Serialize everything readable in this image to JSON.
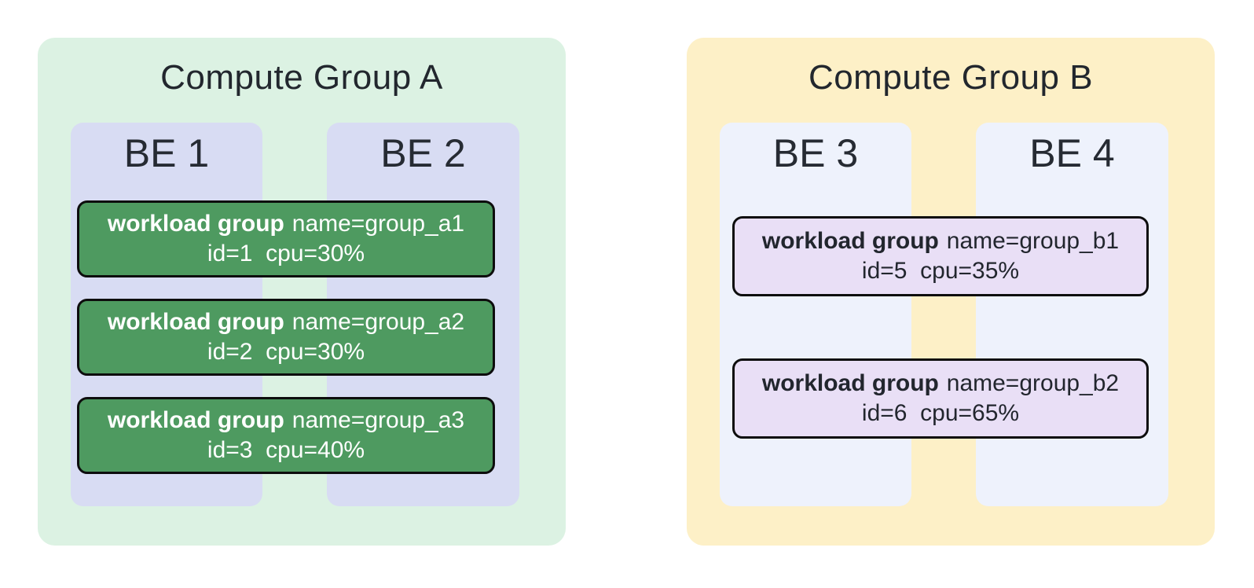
{
  "groups": [
    {
      "title": "Compute Group A",
      "nodes": [
        {
          "label": "BE 1"
        },
        {
          "label": "BE 2"
        }
      ],
      "workloads": [
        {
          "label": "workload group",
          "name": "name=group_a1",
          "details": "id=1  cpu=30%"
        },
        {
          "label": "workload group",
          "name": "name=group_a2",
          "details": "id=2  cpu=30%"
        },
        {
          "label": "workload group",
          "name": "name=group_a3",
          "details": "id=3  cpu=40%"
        }
      ]
    },
    {
      "title": "Compute Group B",
      "nodes": [
        {
          "label": "BE 3"
        },
        {
          "label": "BE 4"
        }
      ],
      "workloads": [
        {
          "label": "workload group",
          "name": "name=group_b1",
          "details": "id=5  cpu=35%"
        },
        {
          "label": "workload group",
          "name": "name=group_b2",
          "details": "id=6  cpu=65%"
        }
      ]
    }
  ],
  "colors": {
    "page_bg": "#ffffff",
    "group_a_bg": "#dcf2e3",
    "group_a_be_bg": "#d8dcf3",
    "group_a_workload_bg": "#4e9a60",
    "group_a_workload_text": "#ffffff",
    "group_b_bg": "#fdf0c7",
    "group_b_be_bg": "#eef2fc",
    "group_b_workload_bg": "#e9dff6",
    "group_b_workload_text": "#22262e",
    "workload_border": "#0d0d0d",
    "heading_text": "#22272e"
  }
}
